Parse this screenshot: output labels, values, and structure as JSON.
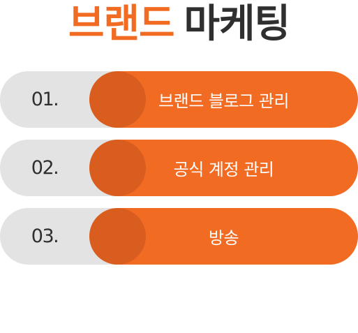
{
  "title": {
    "accent": "브랜드",
    "rest": "마케팅"
  },
  "colors": {
    "accent": "#f26b23",
    "accent_dark": "#d85d1e",
    "track": "#e3e3e3",
    "text_dark": "#2f2f2f"
  },
  "items": [
    {
      "number": "01.",
      "label": "브랜드 블로그 관리"
    },
    {
      "number": "02.",
      "label": "공식 계정 관리"
    },
    {
      "number": "03.",
      "label": "방송"
    }
  ]
}
